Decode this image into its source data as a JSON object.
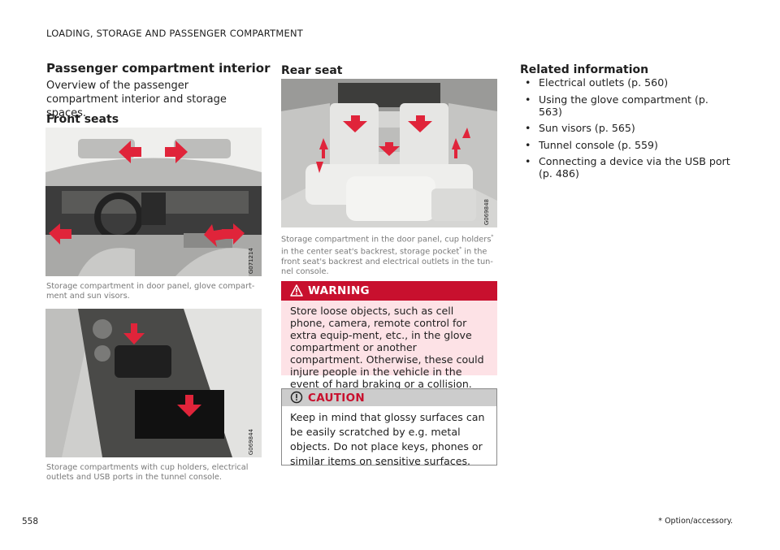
{
  "header": {
    "section": "LOADING, STORAGE AND PASSENGER COMPARTMENT"
  },
  "main": {
    "title": "Passenger compartment interior",
    "intro": "Overview of the passenger compartment interior and storage spaces.",
    "front_seats": {
      "heading": "Front seats",
      "image1_code": "G071214",
      "image1_caption": "Storage compartment in door panel, glove compart-ment and sun visors.",
      "image2_code": "G069844",
      "image2_caption": "Storage compartments with cup holders, electrical outlets and USB ports in the tunnel console."
    },
    "rear_seat": {
      "heading": "Rear seat",
      "image_code": "G069848",
      "caption_part1": "Storage compartment in the door panel, cup holders",
      "caption_part2": " in the center seat's backrest, storage pocket",
      "caption_part3": " in the front seat's backrest and electrical outlets in the tun-nel console.",
      "asterisk": "*"
    },
    "warning": {
      "title": "WARNING",
      "text": "Store loose objects, such as cell phone, camera, remote control for extra equip-ment, etc., in the glove compartment or another compartment. Otherwise, these could injure people in the vehicle in the event of hard braking or a collision."
    },
    "caution": {
      "title": "CAUTION",
      "text": "Keep in mind that glossy surfaces can be easily scratched by e.g. metal objects. Do not place keys, phones or similar items on sensitive surfaces."
    },
    "related": {
      "heading": "Related information",
      "items": [
        "Electrical outlets (p. 560)",
        "Using the glove compartment (p. 563)",
        "Sun visors (p. 565)",
        "Tunnel console (p. 559)",
        "Connecting a device via the USB port (p. 486)"
      ]
    }
  },
  "footer": {
    "page_number": "558",
    "footnote": "* Option/accessory."
  },
  "colors": {
    "warning_red": "#c8102e",
    "warning_bg": "#fde2e6",
    "caution_header": "#cccccc",
    "arrow_red": "#e0243a"
  },
  "icons": {
    "warning": "warning-triangle-icon",
    "caution": "exclamation-circle-icon",
    "bullet": "bullet-icon"
  }
}
